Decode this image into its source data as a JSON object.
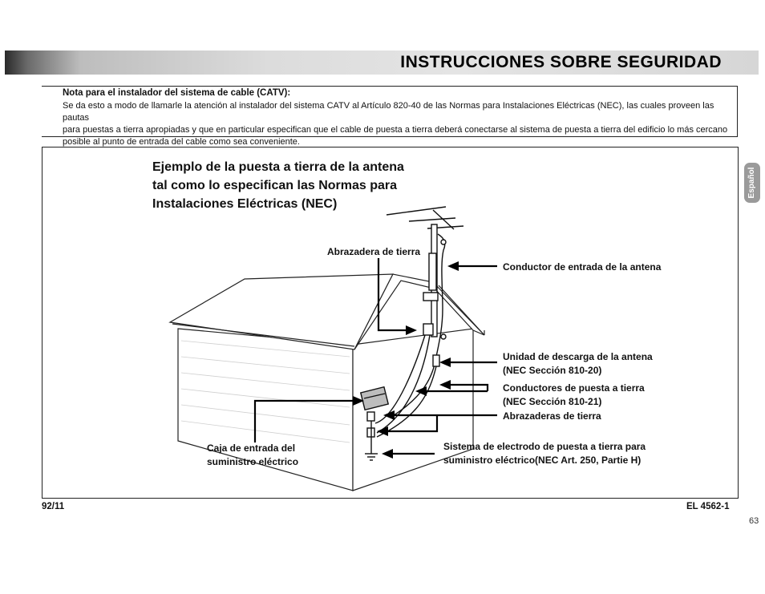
{
  "header": {
    "title": "INSTRUCCIONES SOBRE SEGURIDAD"
  },
  "note": {
    "title": "Nota para el instalador del sistema de cable (CATV):",
    "lines": [
      "Se da esto a modo de llamarle la atención al instalador del sistema CATV al Artículo 820-40 de las Normas para Instalaciones Eléctricas (NEC), las cuales proveen las pautas",
      "para puestas a tierra apropiadas y que en particular especifican que el cable de puesta a tierra deberá conectarse al sistema de puesta a tierra del edificio lo más cercano",
      "posible al punto de entrada del cable como sea conveniente."
    ]
  },
  "diagram": {
    "title_lines": [
      "Ejemplo de la puesta a tierra de la antena",
      "tal como lo especifican las Normas para",
      "Instalaciones Eléctricas (NEC)"
    ],
    "labels": {
      "ground_clamp": "Abrazadera de tierra",
      "antenna_lead_in": "Conductor de entrada de la antena",
      "discharge_unit_1": "Unidad de descarga de la antena",
      "discharge_unit_2": "(NEC Sección 810-20)",
      "grounding_conductors_1": "Conductores de puesta a tierra",
      "grounding_conductors_2": "(NEC Sección 810-21)",
      "ground_clamps": "Abrazaderas de tierra",
      "service_box_1": "Caja de entrada del",
      "service_box_2": "suministro eléctrico",
      "electrode_system_1": "Sistema de electrodo de puesta a  tierra para",
      "electrode_system_2": "suministro eléctrico(NEC Art. 250, Partie H)"
    }
  },
  "side_tab": {
    "label": "Español"
  },
  "footer": {
    "date": "92/11",
    "code": "EL 4562-1",
    "page": "63"
  }
}
